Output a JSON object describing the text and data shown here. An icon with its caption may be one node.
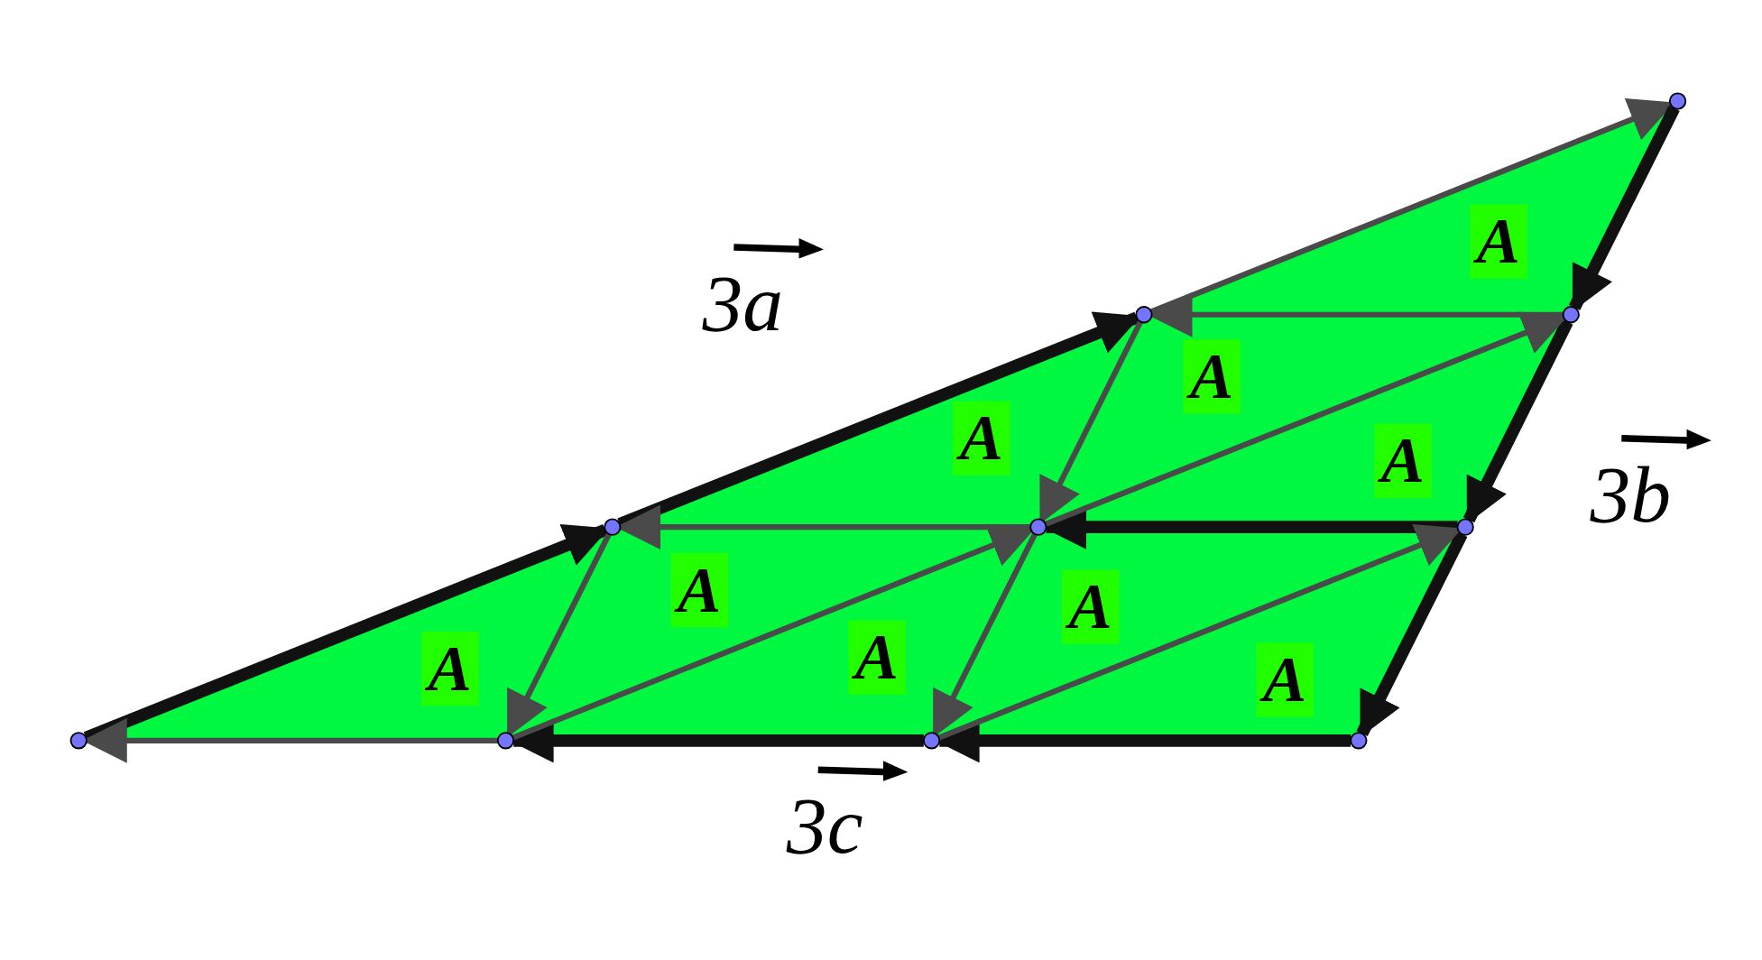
{
  "diagram": {
    "nodes": [
      {
        "text": [],
        "shape": "circle"
      },
      {
        "text": [],
        "shape": "circle"
      },
      {
        "text": [],
        "shape": "circle"
      },
      {
        "text": [],
        "shape": "circle"
      },
      {
        "text": [],
        "shape": "circle"
      },
      {
        "text": [],
        "shape": "circle"
      },
      {
        "text": [],
        "shape": "circle"
      },
      {
        "text": [],
        "shape": "circle"
      },
      {
        "text": [],
        "shape": "circle"
      },
      {
        "text": [],
        "shape": "circle"
      }
    ],
    "edges": [
      {
        "from": 6,
        "to": 3,
        "arrow": "to",
        "style": "thick"
      },
      {
        "from": 3,
        "to": 1,
        "arrow": "to",
        "style": "thick"
      },
      {
        "from": 1,
        "to": 0,
        "arrow": "to"
      },
      {
        "from": 0,
        "to": 2,
        "arrow": "to",
        "style": "thick"
      },
      {
        "from": 2,
        "to": 5,
        "arrow": "to",
        "style": "thick"
      },
      {
        "from": 5,
        "to": 9,
        "arrow": "to",
        "style": "thick"
      },
      {
        "from": 9,
        "to": 8,
        "arrow": "to",
        "style": "thick"
      },
      {
        "from": 8,
        "to": 7,
        "arrow": "to",
        "style": "thick"
      },
      {
        "from": 7,
        "to": 6,
        "arrow": "to"
      },
      {
        "from": 2,
        "to": 1,
        "arrow": "to"
      },
      {
        "from": 5,
        "to": 4,
        "arrow": "to",
        "style": "thick"
      },
      {
        "from": 4,
        "to": 3,
        "arrow": "to"
      },
      {
        "from": 7,
        "to": 4,
        "arrow": "to"
      },
      {
        "from": 4,
        "to": 2,
        "arrow": "to"
      },
      {
        "from": 8,
        "to": 5,
        "arrow": "to"
      },
      {
        "from": 1,
        "to": 4,
        "arrow": "to"
      },
      {
        "from": 3,
        "to": 7,
        "arrow": "to"
      },
      {
        "from": 4,
        "to": 8,
        "arrow": "to"
      }
    ],
    "labels": [
      "A",
      "3a",
      "A",
      "A",
      "A",
      "3b",
      "A",
      "A",
      "A",
      "A",
      "A",
      "3c"
    ]
  }
}
